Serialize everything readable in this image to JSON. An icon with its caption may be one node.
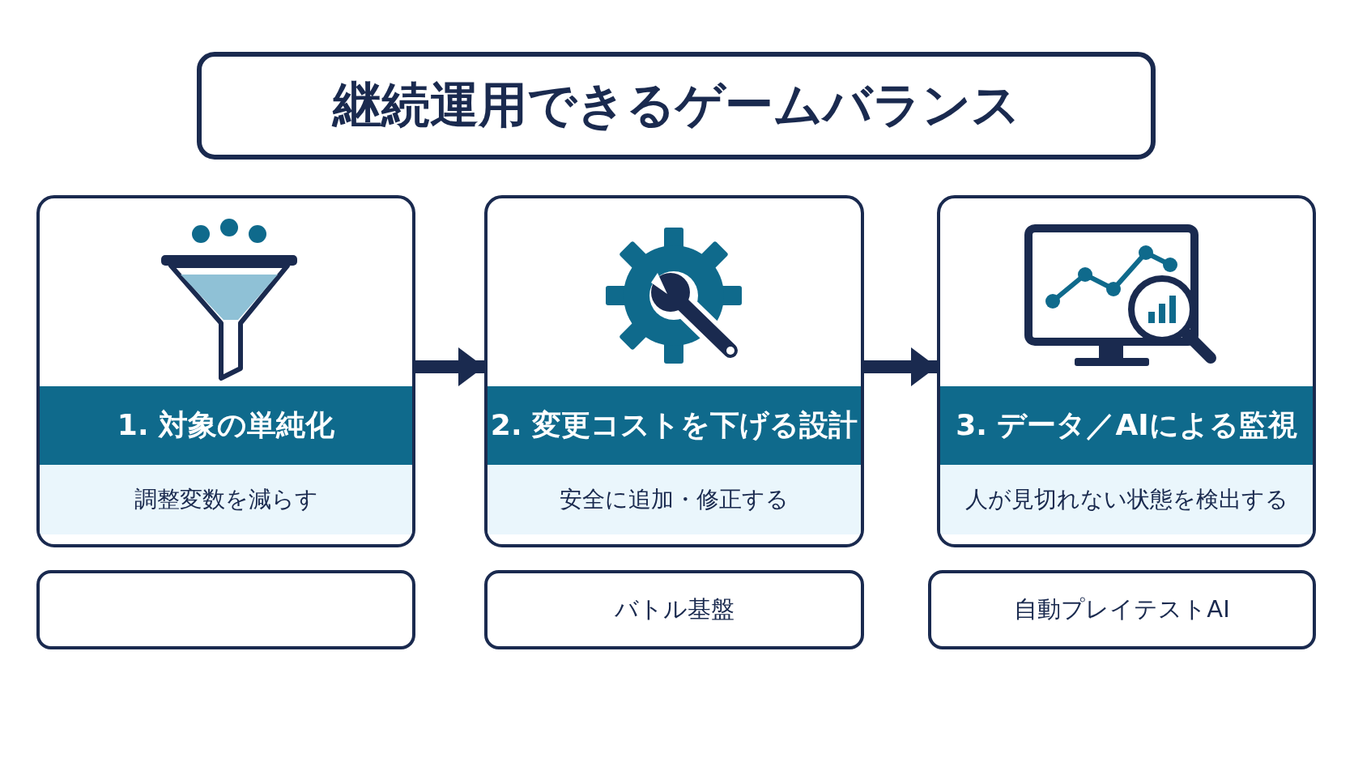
{
  "diagram": {
    "nodes": [
      {
        "text": [
          "継続運用できるゲームバランス"
        ]
      },
      {
        "text": [
          "1. 対象の単純化",
          "調整変数を減らす"
        ]
      },
      {
        "text": [
          "2. 変更コストを下げる設計",
          "安全に追加・修正する"
        ]
      },
      {
        "text": [
          "3. データ／AIによる監視",
          "人が見切れない状態を検出する"
        ]
      },
      {
        "text": [],
        "shape": "box"
      },
      {
        "text": [
          "バトル基盤"
        ]
      },
      {
        "text": [
          "自動プレイテストAI"
        ]
      }
    ],
    "edges": [
      {
        "from": 1,
        "to": 2,
        "arrow": "to"
      },
      {
        "from": 2,
        "to": 3,
        "arrow": "to"
      }
    ]
  }
}
